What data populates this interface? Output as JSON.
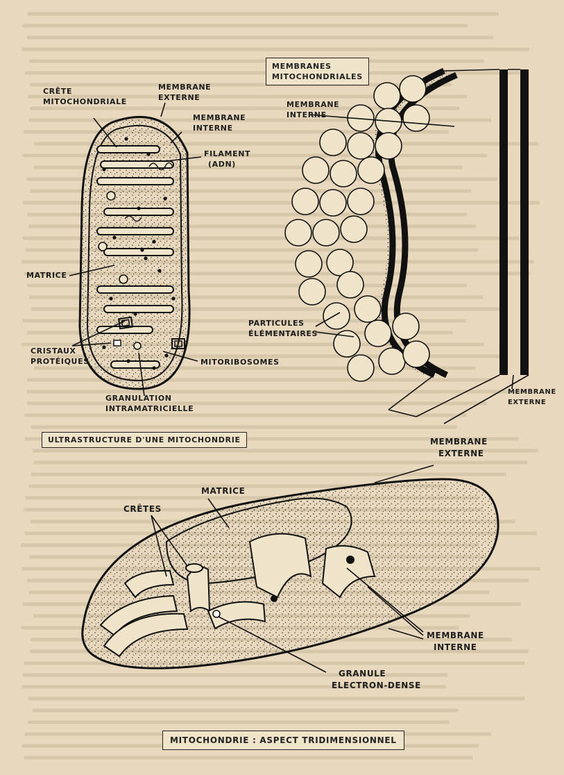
{
  "labels": {
    "membranes_mito": [
      "MEMBRANES",
      "MITOCHONDRIALES"
    ],
    "crete_mito": [
      "CRÊTE",
      "MITOCHONDRIALE"
    ],
    "membrane_externe_top": [
      "MEMBRANE",
      "EXTERNE"
    ],
    "membrane_interne_top": [
      "MEMBRANE",
      "INTERNE"
    ],
    "filament": [
      "FILAMENT",
      "(ADN)"
    ],
    "membrane_interne_right": [
      "MEMBRANE",
      "INTERNE"
    ],
    "matrice": "MATRICE",
    "particules": [
      "PARTICULES",
      "ÉLÉMENTAIRES"
    ],
    "cristaux": [
      "CRISTAUX",
      "PROTÉIQUES"
    ],
    "mitoribosomes": "MITORIBOSOMES",
    "granulation": [
      "GRANULATION",
      "INTRAMATRICIELLE"
    ],
    "membrane_externe_right": [
      "MEMBRANE",
      "EXTERNE"
    ],
    "ultrastructure_title": "ULTRASTRUCTURE D'UNE MITOCHONDRIE",
    "membrane_externe_3d": [
      "MEMBRANE",
      "EXTERNE"
    ],
    "matrice_3d": "MATRICE",
    "cretes_3d": "CRÊTES",
    "membrane_interne_3d": [
      "MEMBRANE",
      "INTERNE"
    ],
    "granule": [
      "GRANULE",
      "ELECTRON-DENSE"
    ],
    "aspect_title": "MITOCHONDRIE : ASPECT TRIDIMENSIONNEL"
  },
  "colors": {
    "paper": "#e8d9be",
    "ink": "#1c1c1c",
    "faded_text": "#b8a88c"
  }
}
